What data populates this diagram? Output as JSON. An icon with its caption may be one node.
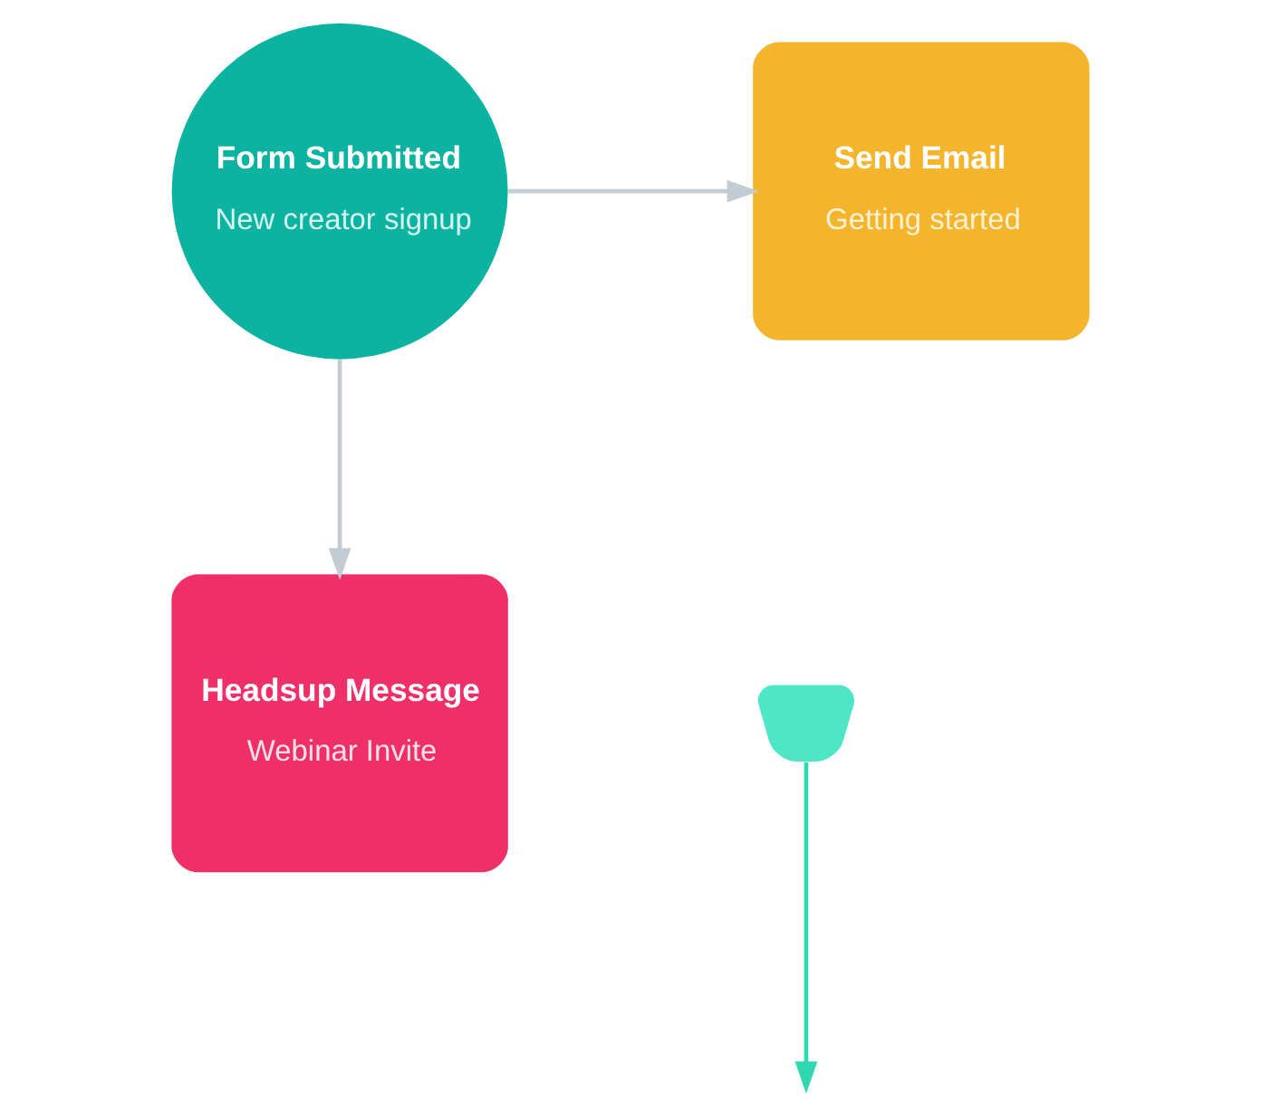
{
  "diagram": {
    "nodes": [
      {
        "text": [
          "Form Submitted",
          "New creator signup"
        ]
      },
      {
        "text": [
          "Send Email",
          "Getting started"
        ]
      },
      {
        "text": [
          "Headsup Message",
          "Webinar Invite"
        ]
      },
      {
        "text": [],
        "shape": "wedge"
      }
    ],
    "edges": [
      {
        "from": 0,
        "to": 1,
        "arrow": "to"
      },
      {
        "from": 0,
        "to": 2,
        "arrow": "to"
      },
      {
        "from": 3,
        "to": null,
        "arrow": "to",
        "color": "#2fd8b0"
      }
    ]
  }
}
